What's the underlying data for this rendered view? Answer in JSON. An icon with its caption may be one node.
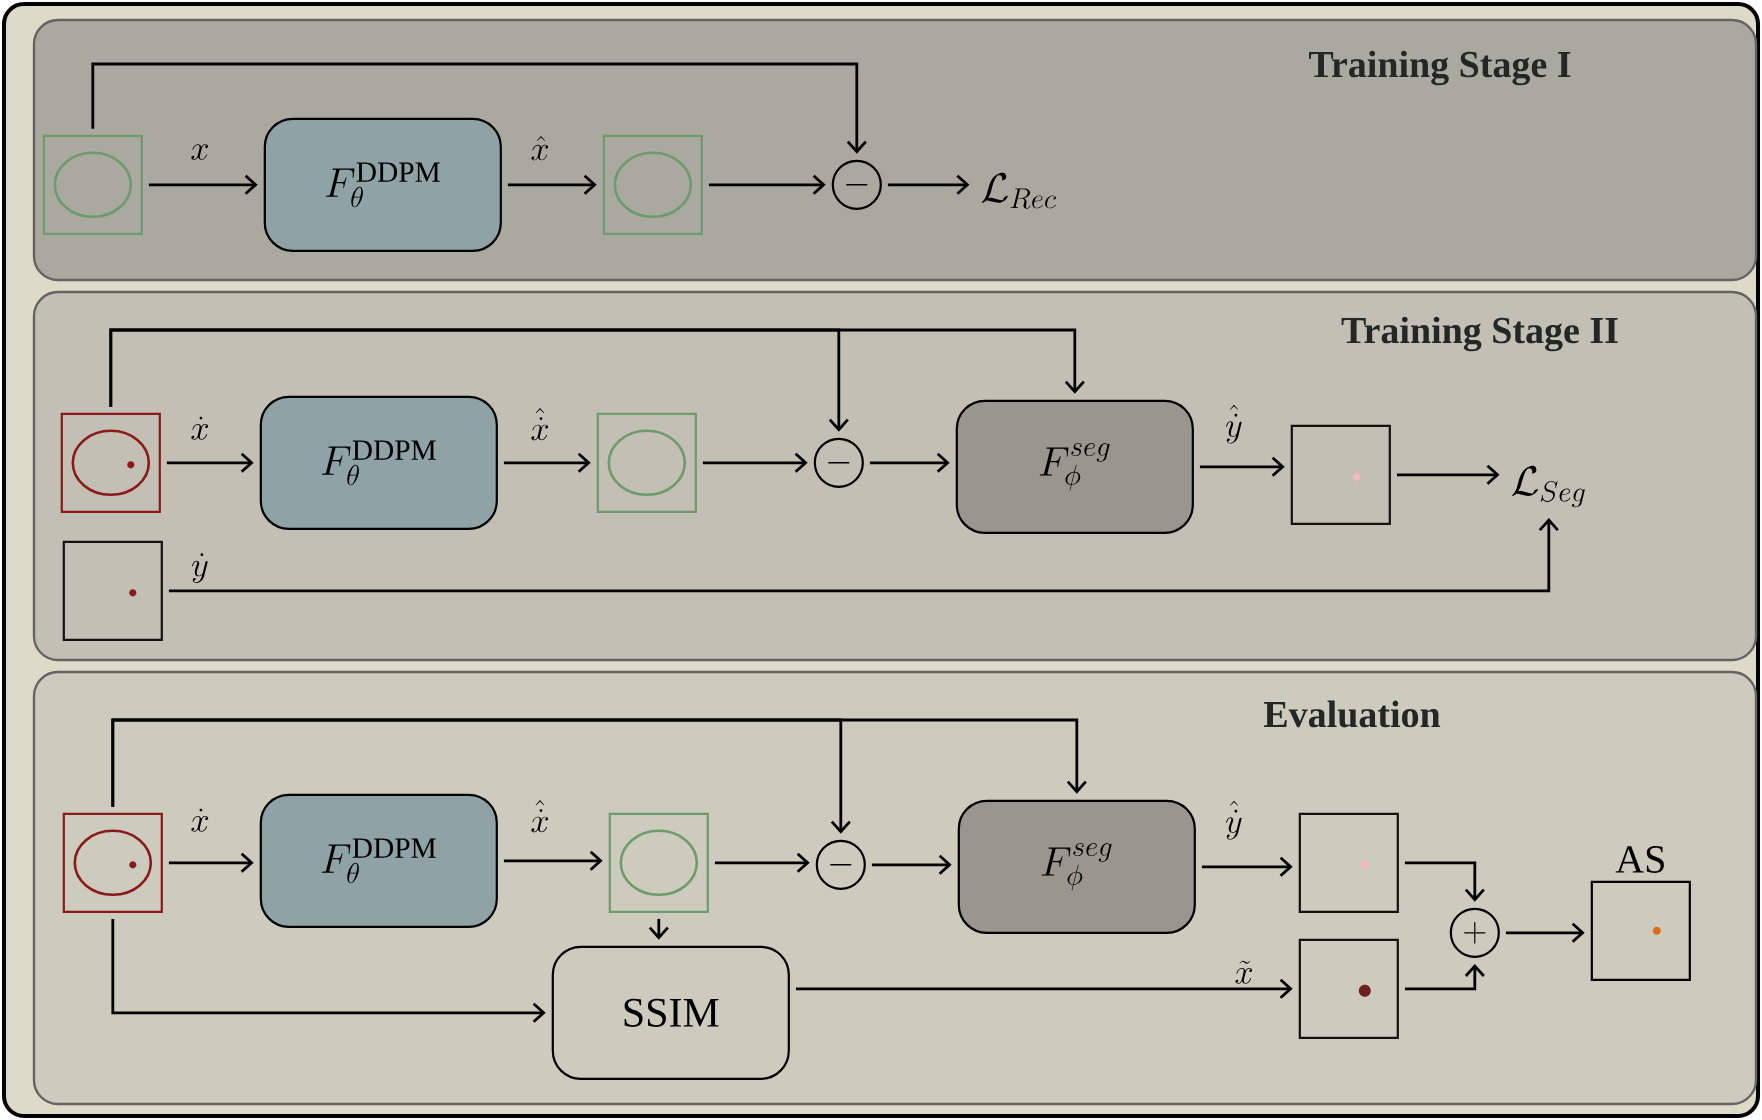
{
  "diagram": {
    "nodes": [
      {
        "text": [
          "Training Stage I"
        ]
      },
      {
        "text": [],
        "shape": "box",
        "in": 0
      },
      {
        "text": [
          "F_\\theta^{\\mathrm{DDPM}}"
        ],
        "in": 0
      },
      {
        "text": [],
        "shape": "box",
        "in": 0
      },
      {
        "text": [
          "-"
        ],
        "in": 0
      },
      {
        "text": [
          "\\mathcal{L}_{Rec}"
        ],
        "in": 0
      },
      {
        "text": [
          "Training Stage II"
        ]
      },
      {
        "text": [],
        "shape": "box",
        "in": 6
      },
      {
        "text": [],
        "shape": "box",
        "in": 6
      },
      {
        "text": [
          "F_\\theta^{\\mathrm{DDPM}}"
        ],
        "in": 6
      },
      {
        "text": [],
        "shape": "box",
        "in": 6
      },
      {
        "text": [
          "-"
        ],
        "in": 6
      },
      {
        "text": [
          "F_\\phi^{seg}"
        ],
        "in": 6
      },
      {
        "text": [],
        "shape": "box",
        "in": 6
      },
      {
        "text": [
          "\\mathcal{L}_{Seg}"
        ],
        "in": 6
      },
      {
        "text": [
          "Evaluation"
        ]
      },
      {
        "text": [],
        "shape": "box",
        "in": 15
      },
      {
        "text": [
          "F_\\theta^{\\mathrm{DDPM}}"
        ],
        "in": 15
      },
      {
        "text": [],
        "shape": "box",
        "in": 15
      },
      {
        "text": [
          "-"
        ],
        "in": 15
      },
      {
        "text": [
          "F_\\phi^{seg}"
        ],
        "in": 15
      },
      {
        "text": [
          "SSIM"
        ],
        "in": 15
      },
      {
        "text": [],
        "shape": "box",
        "in": 15
      },
      {
        "text": [],
        "shape": "box",
        "in": 15
      },
      {
        "text": [
          "+"
        ],
        "in": 15
      },
      {
        "text": [
          "AS"
        ],
        "in": 15
      }
    ],
    "edges": [
      {
        "from": 1,
        "to": 2,
        "arrow": "to",
        "label": "x"
      },
      {
        "from": 2,
        "to": 3,
        "arrow": "to",
        "label": "\\hat{x}"
      },
      {
        "from": 3,
        "to": 4,
        "arrow": "to"
      },
      {
        "from": 1,
        "to": 4,
        "arrow": "to"
      },
      {
        "from": 4,
        "to": 5,
        "arrow": "to"
      },
      {
        "from": 7,
        "to": 9,
        "arrow": "to",
        "label": "\\dot{x}"
      },
      {
        "from": 9,
        "to": 10,
        "arrow": "to",
        "label": "\\hat{\\dot{x}}"
      },
      {
        "from": 10,
        "to": 11,
        "arrow": "to"
      },
      {
        "from": 7,
        "to": 11,
        "arrow": "to"
      },
      {
        "from": 7,
        "to": 12,
        "arrow": "to"
      },
      {
        "from": 11,
        "to": 12,
        "arrow": "to"
      },
      {
        "from": 12,
        "to": 13,
        "arrow": "to",
        "label": "\\hat{\\dot{y}}"
      },
      {
        "from": 13,
        "to": 14,
        "arrow": "to"
      },
      {
        "from": 8,
        "to": 14,
        "arrow": "to",
        "label": "\\dot{y}"
      },
      {
        "from": 16,
        "to": 17,
        "arrow": "to",
        "label": "\\dot{x}"
      },
      {
        "from": 17,
        "to": 18,
        "arrow": "to",
        "label": "\\hat{\\dot{x}}"
      },
      {
        "from": 18,
        "to": 19,
        "arrow": "to"
      },
      {
        "from": 16,
        "to": 19,
        "arrow": "to"
      },
      {
        "from": 16,
        "to": 20,
        "arrow": "to"
      },
      {
        "from": 19,
        "to": 20,
        "arrow": "to"
      },
      {
        "from": 20,
        "to": 22,
        "arrow": "to",
        "label": "\\hat{\\dot{y}}"
      },
      {
        "from": 18,
        "to": 21,
        "arrow": "to"
      },
      {
        "from": 16,
        "to": 21,
        "arrow": "to"
      },
      {
        "from": 21,
        "to": 23,
        "arrow": "to",
        "label": "\\tilde{x}"
      },
      {
        "from": 22,
        "to": 24,
        "arrow": "to"
      },
      {
        "from": 23,
        "to": 24,
        "arrow": "to"
      },
      {
        "from": 24,
        "to": 25,
        "arrow": "to"
      }
    ]
  }
}
